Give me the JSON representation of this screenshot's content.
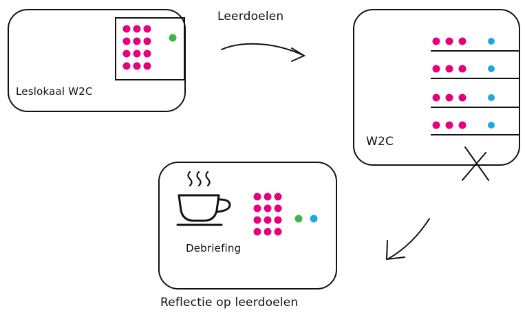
{
  "colors": {
    "magenta": "#e6007e",
    "green": "#3db54a",
    "blue": "#1ea7e1",
    "ink": "#111111"
  },
  "labels": {
    "leerdoelen": "Leerdoelen",
    "leslokaal": "Leslokaal W2C",
    "w2c": "W2C",
    "debriefing": "Debriefing",
    "reflectie": "Reflectie op leerdoelen"
  },
  "icons": [
    "coffee-cup-icon",
    "steam-icon",
    "arrow-right-icon",
    "arrow-down-left-icon",
    "cross-icon"
  ]
}
